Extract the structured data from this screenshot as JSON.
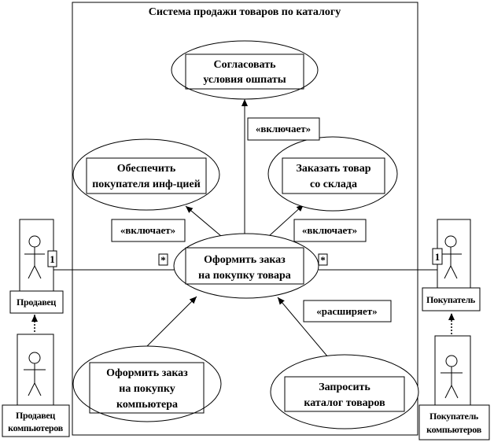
{
  "system": {
    "title": "Система продажи товаров по каталогу"
  },
  "use_cases": {
    "agree_payment": {
      "line1": "Согласовать",
      "line2": "условия ошпаты"
    },
    "provide_info": {
      "line1": "Обеспечить",
      "line2": "покупателя инф-цией"
    },
    "order_from_stock": {
      "line1": "Заказать товар",
      "line2": "со склада"
    },
    "place_order": {
      "line1": "Оформить заказ",
      "line2": "на покупку товара"
    },
    "order_computer": {
      "line1": "Оформить заказ",
      "line2": "на покупку",
      "line3": "компьютера"
    },
    "request_catalog": {
      "line1": "Запросить",
      "line2": "каталог товаров"
    }
  },
  "relations": {
    "include_top": "«включает»",
    "include_left": "«включает»",
    "include_right": "«включает»",
    "extends": "«расширяет»",
    "mult_left_actor": "1",
    "mult_left_uc": "*",
    "mult_right_actor": "1",
    "mult_right_uc": "*"
  },
  "actors": {
    "seller": "Продавец",
    "seller_computers": {
      "line1": "Продавец",
      "line2": "компьютеров"
    },
    "buyer": "Покупатель",
    "buyer_computers": {
      "line1": "Покупатель",
      "line2": "компьютеров"
    }
  }
}
